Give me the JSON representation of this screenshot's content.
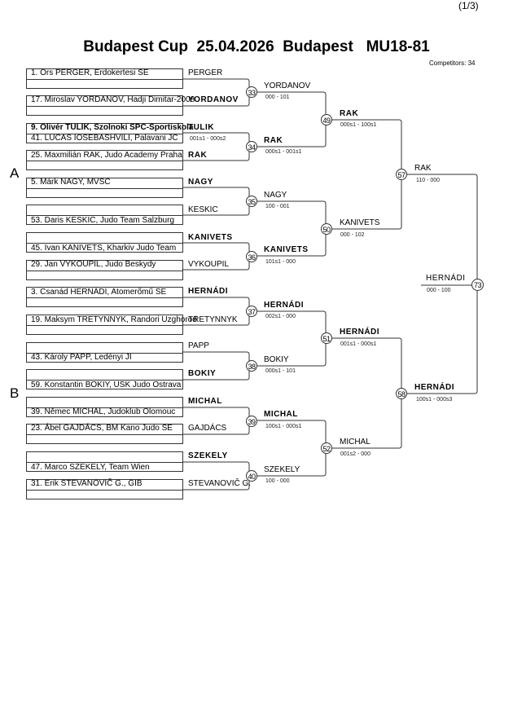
{
  "page_indicator": "(1/3)",
  "title": "Budapest Cup  25.04.2026  Budapest   MU18-81",
  "competitors": "Competitors: 34",
  "pools": [
    "A",
    "B"
  ],
  "players": [
    "1. Ors PERGER, Erdokertesi SE",
    "17. Miroslav YORDANOV, Hadji Dimitar-2008",
    "9. Olivér TULIK, Szolnoki SPC-Sportiskola",
    "41. LUCAS IOSEBASHVILI, Palavani JC",
    "25. Maxmilián RAK, Judo Academy Praha",
    "5. Márk NAGY, MVSC",
    "53. Daris KESKIC, Judo Team Salzburg",
    "45. Ivan KANIVETS, Kharkiv Judo Team",
    "29. Jan VYKOUPIL, Judo Beskydy",
    "3. Csanád HERNÁDI, Atomerőmű SE",
    "19. Maksym TRETYNNYK, Randori Uzghorod",
    "43. Károly PAPP, Ledényi JI",
    "59. Konstantin BOKIY, USK Judo Ostrava",
    "39. Němec MICHAL, Judoklub Olomouc",
    "23. Ábel GAJDÁCS, BM Kano Judo SE",
    "47. Marco SZEKELY, Team Wien",
    "31. Erik STEVANOVIČ G., GIB"
  ],
  "entry_labels": [
    "PERGER",
    "YORDANOV",
    "TULIK",
    "RAK",
    "NAGY",
    "KESKIC",
    "KANIVETS",
    "VYKOUPIL",
    "HERNÁDI",
    "TRETYNNYK",
    "PAPP",
    "BOKIY",
    "MICHAL",
    "GAJDÁCS",
    "SZEKELY",
    "STEVANOVIČ G."
  ],
  "prelim_score": "001s1 - 000s2",
  "matches": {
    "m33": {
      "id": "33",
      "winner": "YORDANOV",
      "score": "000 - 101"
    },
    "m34": {
      "id": "34",
      "winner": "RAK",
      "score": "000s1 - 001s1"
    },
    "m35": {
      "id": "35",
      "winner": "NAGY",
      "score": "100 - 001"
    },
    "m36": {
      "id": "36",
      "winner": "KANIVETS",
      "score": "101s1 - 000"
    },
    "m37": {
      "id": "37",
      "winner": "HERNÁDI",
      "score": "002s1 - 000"
    },
    "m38": {
      "id": "38",
      "winner": "BOKIY",
      "score": "000s1 - 101"
    },
    "m39": {
      "id": "39",
      "winner": "MICHAL",
      "score": "100s1 - 000s1"
    },
    "m40": {
      "id": "40",
      "winner": "SZEKELY",
      "score": "100 - 000"
    },
    "m49": {
      "id": "49",
      "winner": "RAK",
      "score": "000s1 - 100s1"
    },
    "m50": {
      "id": "50",
      "winner": "KANIVETS",
      "score": "000 - 102"
    },
    "m51": {
      "id": "51",
      "winner": "HERNÁDI",
      "score": "001s1 - 000s1"
    },
    "m52": {
      "id": "52",
      "winner": "MICHAL",
      "score": "001s2 - 000"
    },
    "m57": {
      "id": "57",
      "winner": "RAK",
      "score": "110 - 000"
    },
    "m58": {
      "id": "58",
      "winner": "HERNÁDI",
      "score": "100s1 - 000s3"
    },
    "m73": {
      "id": "73",
      "winner": "HERNÁDI",
      "score": "000 - 100"
    }
  }
}
